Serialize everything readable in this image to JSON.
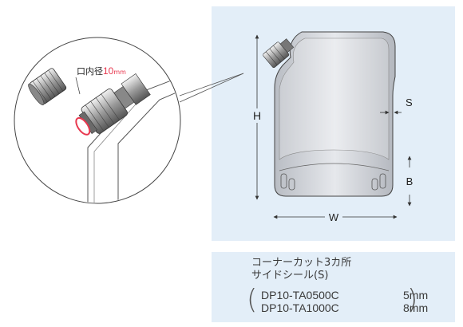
{
  "callout": {
    "label_prefix": "口内径",
    "label_value": "10",
    "label_unit": "mm"
  },
  "dimensions": {
    "height": "H",
    "width": "W",
    "side_seal": "S",
    "bottom": "B"
  },
  "spec": {
    "line1": "コーナーカット3カ所",
    "line2": "サイドシール(S)",
    "rows": [
      {
        "model": "DP10-TA0500C",
        "value": "5mm"
      },
      {
        "model": "DP10-TA1000C",
        "value": "8mm"
      }
    ]
  },
  "colors": {
    "panel": "#e3eef8",
    "accent_red": "#e8384f",
    "line": "#333333"
  }
}
